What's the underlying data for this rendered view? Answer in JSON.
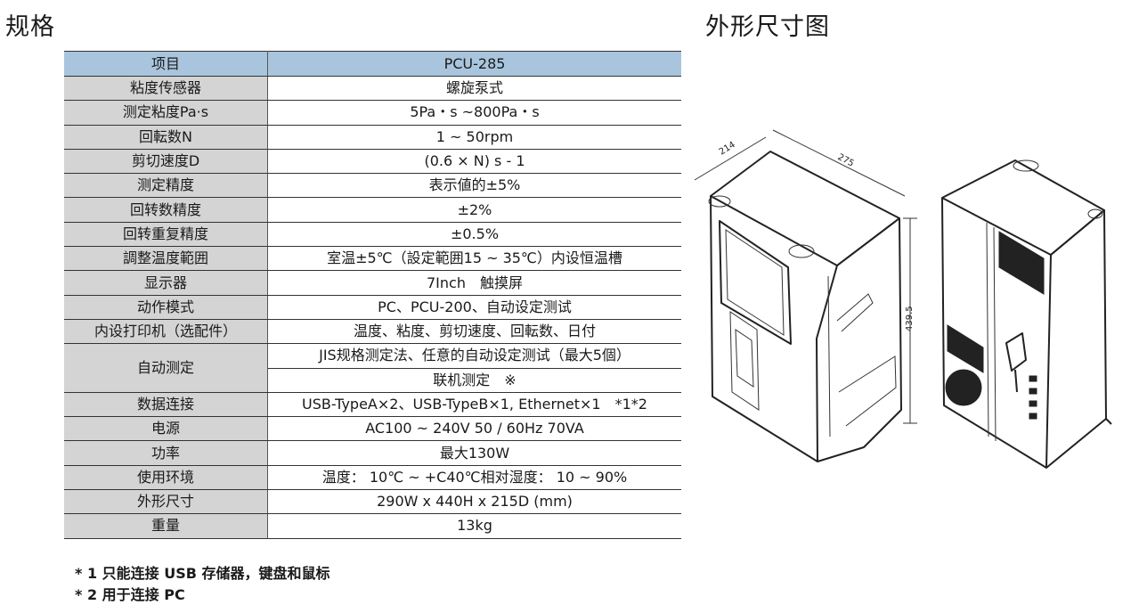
{
  "spec_title": "规格",
  "dimension_title": "外形尺寸图",
  "table": {
    "header": [
      "项目",
      "PCU-285"
    ],
    "rows": [
      {
        "key": "粘度传感器",
        "value": "螺旋泵式"
      },
      {
        "key": "测定粘度Pa·s",
        "value": "5Pa・s ~800Pa・s"
      },
      {
        "key": "回転数N",
        "value": "1 ~ 50rpm"
      },
      {
        "key": "剪切速度D",
        "value": "(0.6 × N) s - 1"
      },
      {
        "key": "测定精度",
        "value": "表示値的±5%"
      },
      {
        "key": "回转数精度",
        "value": "±2%"
      },
      {
        "key": "回转重复精度",
        "value": "±0.5%"
      },
      {
        "key": "調整温度範囲",
        "value": "室温±5℃（設定範囲15 ~ 35℃）内设恒温槽"
      },
      {
        "key": "显示器",
        "value": "7Inch　触摸屏"
      },
      {
        "key": "动作模式",
        "value": "PC、PCU-200、自动设定测试"
      },
      {
        "key": "内设打印机（选配件）",
        "value": "温度、粘度、剪切速度、回転数、日付"
      },
      {
        "key": "自动测定",
        "value": "JIS规格测定法、任意的自动设定测试（最大5個）",
        "value2": "联机测定　※"
      },
      {
        "key": "数据连接",
        "value": "USB-TypeA×2、USB-TypeB×1, Ethernet×1　*1*2"
      },
      {
        "key": "电源",
        "value": "AC100 ~ 240V 50 / 60Hz 70VA"
      },
      {
        "key": "功率",
        "value": "最大130W"
      },
      {
        "key": "使用环境",
        "value": "温度：  10℃ ~ +C40℃相对湿度：  10 ~ 90%"
      },
      {
        "key": "外形尺寸",
        "value": "290W x 440H x 215D (mm)"
      },
      {
        "key": "重量",
        "value": "13kg"
      }
    ]
  },
  "notes": [
    "* 1 只能连接 USB 存储器，键盘和鼠标",
    "* 2 用于连接 PC"
  ],
  "dimensions": {
    "width_label": "214",
    "depth_label": "275",
    "height_label": "439.5"
  }
}
